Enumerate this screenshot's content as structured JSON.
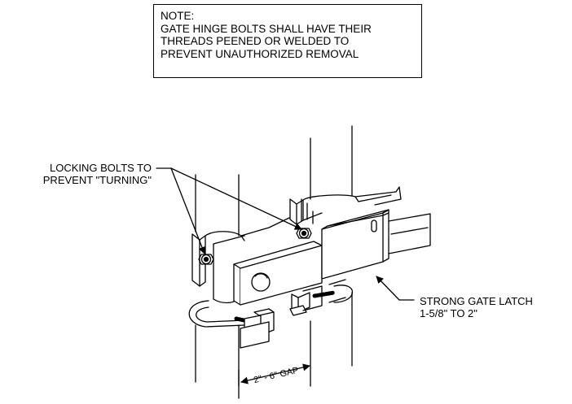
{
  "note": {
    "heading": "NOTE:",
    "lines": [
      "GATE HINGE BOLTS SHALL HAVE THEIR",
      "THREADS PEENED OR WELDED TO",
      "PREVENT UNAUTHORIZED REMOVAL"
    ]
  },
  "callouts": {
    "locking_bolts": [
      "LOCKING BOLTS TO",
      "PREVENT \"TURNING\""
    ],
    "gate_latch": [
      "STRONG GATE LATCH",
      "1-5/8\" TO 2\""
    ],
    "gap": "2\" - 6\" GAP"
  }
}
